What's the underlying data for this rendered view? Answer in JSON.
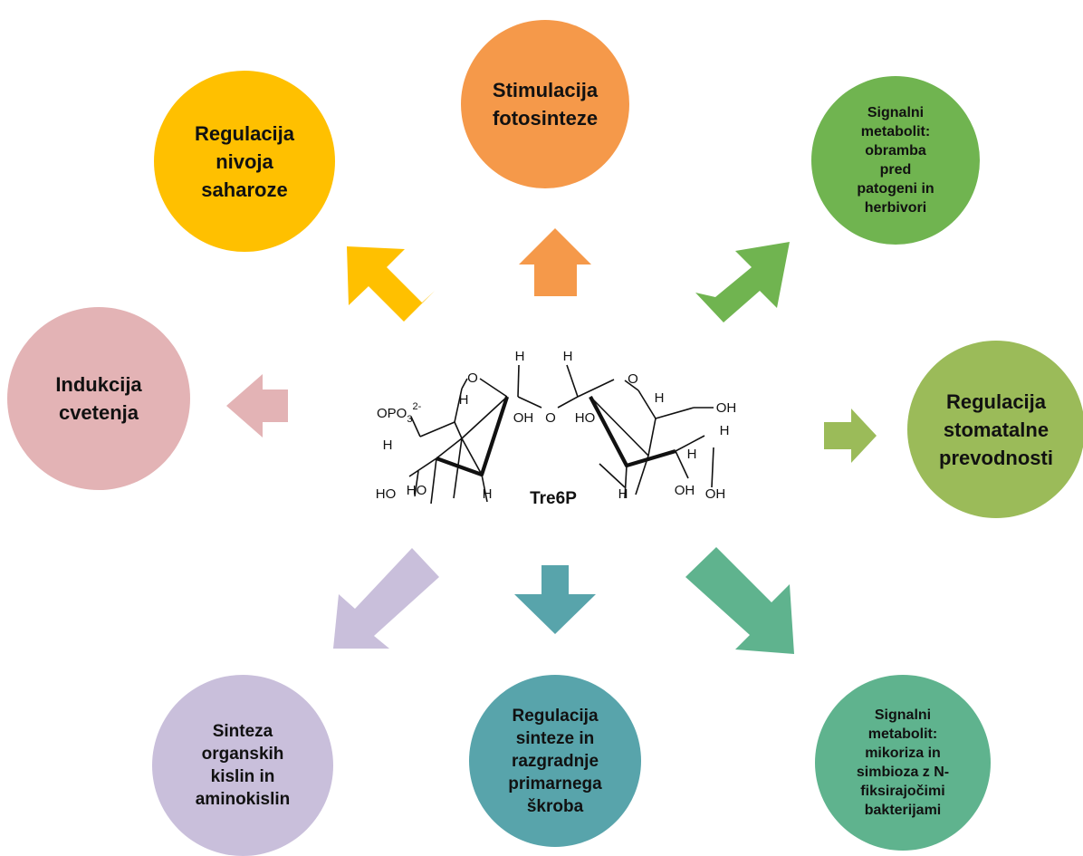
{
  "colors": {
    "stimulacija": "#f5994a",
    "saharoza": "#ffc000",
    "signal_obramba": "#70b450",
    "indukcija": "#e3b3b5",
    "stomatalne": "#9bbb59",
    "sinteza_kislin": "#c9bfdb",
    "skrob": "#58a4ab",
    "mikoriza": "#5fb38e"
  },
  "nodes": {
    "stimulacija": "Stimulacija\nfotosinteze",
    "saharoza": "Regulacija\nnivoja\nsaharoze",
    "signal_obramba": "Signalni\nmetabolit:\nobramba\npred\npatogeni in\nherbivori",
    "indukcija": "Indukcija\ncvetenja",
    "stomatalne": "Regulacija\nstomatalne\nprevodnosti",
    "sinteza_kislin": "Sinteza\norganskih\nkislin in\naminokislin",
    "skrob": "Regulacija\nsinteze in\nrazgradnje\nprimarnega\nškroba",
    "mikoriza": "Signalni\nmetabolit:\nmikoriza in\nsimbioza z N-\nfiksirajočimi\nbakterijami"
  },
  "molecule": {
    "name": "Tre6P",
    "group": "OPO",
    "group_sub": "3",
    "group_sup": "2-",
    "labels": {
      "h_top_left": "H",
      "h_top_right": "H",
      "o_ring_left": "O",
      "o_ring_right": "O",
      "h_left_c1": "H",
      "h_right_c1": "H",
      "oh_left_c2": "OH",
      "o_bridge": "O",
      "ho_right_c2": "HO",
      "oh_ch2": "OH",
      "h_right_c5": "H",
      "h_left_c5": "H",
      "ho_left_bottom_a": "HO",
      "ho_left_bottom_b": "HO",
      "h_left_bottom": "H",
      "h_right_bottom": "H",
      "oh_right_bottom_a": "OH",
      "oh_right_bottom_b": "OH",
      "h_right_c4": "H"
    }
  }
}
